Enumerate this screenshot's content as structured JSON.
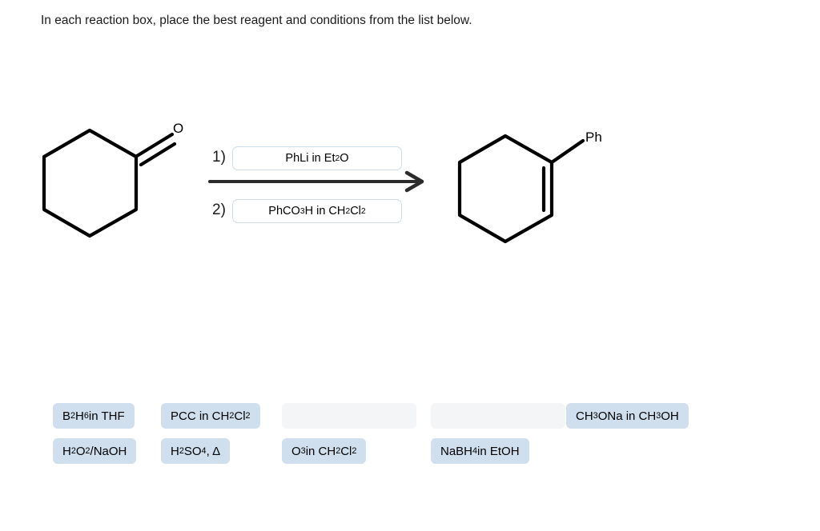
{
  "instruction": "In each reaction box, place the best reagent and conditions from the list below.",
  "reaction": {
    "reactant": {
      "name": "cyclohexanone",
      "atom_label": "O"
    },
    "product": {
      "name": "1-phenylcyclohexene",
      "atom_label": "Ph"
    },
    "arrow": {
      "name": "reaction-arrow",
      "color": "#2b2b2b"
    },
    "steps": [
      {
        "number": "1)",
        "filled": true,
        "value_html": "PhLi in Et<sub>2</sub>O",
        "value_text": "PhLi in Et2O"
      },
      {
        "number": "2)",
        "filled": true,
        "value_html": "PhCO<sub>3</sub>H in CH<sub>2</sub>Cl<sub>2</sub>",
        "value_text": "PhCO3H in CH2Cl2"
      }
    ]
  },
  "bank": {
    "tile_color": "#cfdfee",
    "empty_color": "#f4f5f6",
    "rows": [
      [
        {
          "html": "B<sub>2</sub>H<sub>6</sub> in THF",
          "text": "B2H6 in THF",
          "state": "available"
        },
        {
          "html": "PCC in CH<sub>2</sub>Cl<sub>2</sub>",
          "text": "PCC in CH2Cl2",
          "state": "available"
        },
        {
          "html": "",
          "text": "",
          "state": "empty"
        },
        {
          "html": "",
          "text": "",
          "state": "empty"
        },
        {
          "html": "CH<sub>3</sub>ONa in CH<sub>3</sub>OH",
          "text": "CH3ONa in CH3OH",
          "state": "available"
        }
      ],
      [
        {
          "html": "H<sub>2</sub>O<sub>2</sub>/NaOH",
          "text": "H2O2/NaOH",
          "state": "available"
        },
        {
          "html": "H<sub>2</sub>SO<sub>4</sub>, Δ",
          "text": "H2SO4, Δ",
          "state": "available"
        },
        {
          "html": "O<sub>3</sub> in CH<sub>2</sub>Cl<sub>2</sub>",
          "text": "O3 in CH2Cl2",
          "state": "available"
        },
        {
          "html": "NaBH<sub>4</sub> in EtOH",
          "text": "NaBH4 in EtOH",
          "state": "available"
        },
        {
          "html": "",
          "text": "",
          "state": "none"
        }
      ]
    ]
  }
}
